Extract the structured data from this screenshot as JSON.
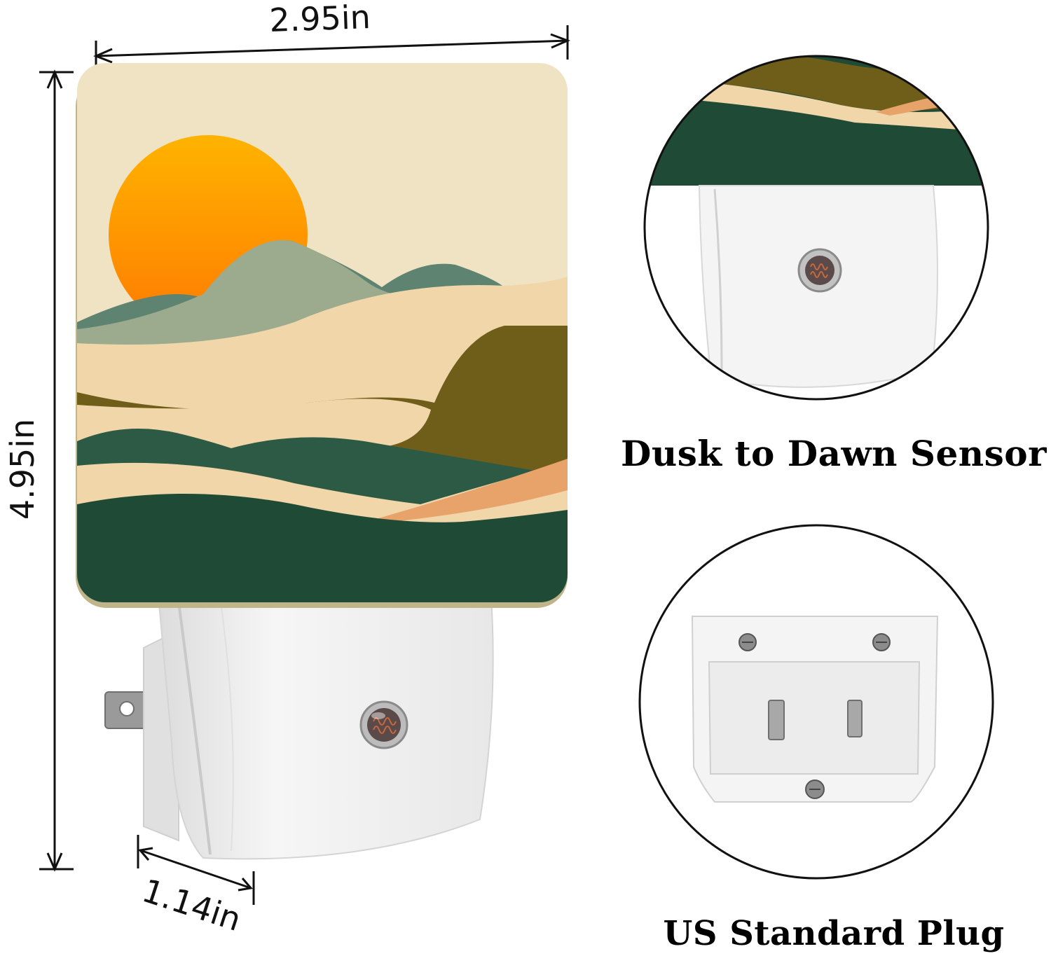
{
  "dimensions": {
    "width": "2.95in",
    "height": "4.95in",
    "depth": "1.14in"
  },
  "captions": {
    "sensor": "Dusk to Dawn Sensor",
    "plug": "US Standard Plug"
  },
  "colors": {
    "sky": "#efe3c3",
    "sun_top": "#ffb300",
    "sun_bottom": "#ff7a00",
    "sage": "#9caa8e",
    "teal": "#5e8471",
    "sand": "#f0d6a8",
    "olive": "#6f5e1a",
    "forest": "#2d5a45",
    "deep_green": "#1f4b36",
    "peach": "#e8a36a",
    "housing": "#f3f3f3"
  }
}
